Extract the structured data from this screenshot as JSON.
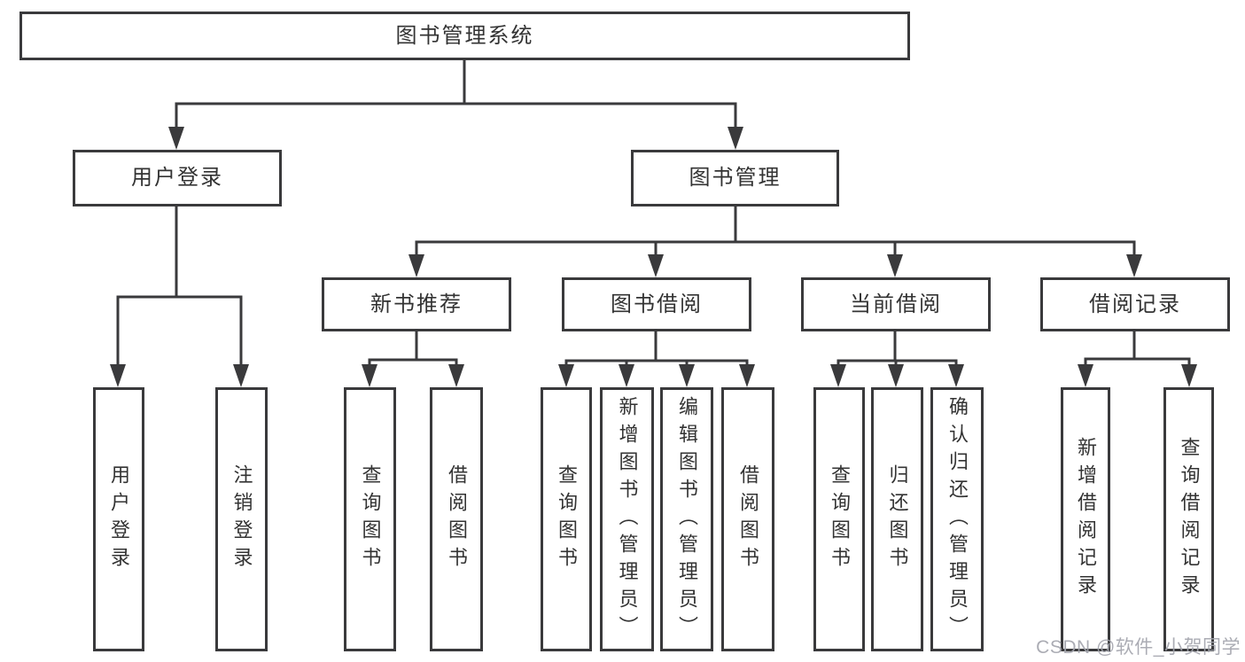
{
  "tree": {
    "label": "图书管理系统",
    "children": [
      {
        "label": "用户登录",
        "children": [
          {
            "label": "用户登录"
          },
          {
            "label": "注销登录"
          }
        ]
      },
      {
        "label": "图书管理",
        "children": [
          {
            "label": "新书推荐",
            "children": [
              {
                "label": "查询图书"
              },
              {
                "label": "借阅图书"
              }
            ]
          },
          {
            "label": "图书借阅",
            "children": [
              {
                "label": "查询图书"
              },
              {
                "label": "新增图书（管理员）"
              },
              {
                "label": "编辑图书（管理员）"
              },
              {
                "label": "借阅图书"
              }
            ]
          },
          {
            "label": "当前借阅",
            "children": [
              {
                "label": "查询图书"
              },
              {
                "label": "归还图书"
              },
              {
                "label": "确认归还（管理员）"
              }
            ]
          },
          {
            "label": "借阅记录",
            "children": [
              {
                "label": "新增借阅记录"
              },
              {
                "label": "查询借阅记录"
              }
            ]
          }
        ]
      }
    ]
  },
  "watermark": {
    "text": "CSDN @软件_小贺同学"
  },
  "colors": {
    "line": "#3a3a3c",
    "text": "#333333",
    "watermark": "#a2a4ac",
    "background": "#ffffff"
  }
}
